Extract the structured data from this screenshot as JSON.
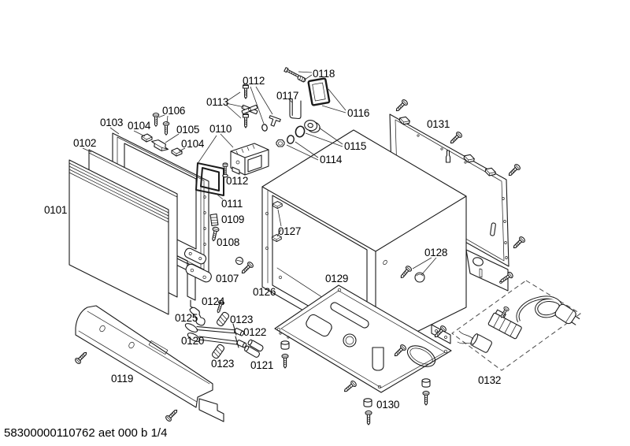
{
  "document": {
    "footer_code": "58300000110762 aet 000 b 1/4"
  },
  "colors": {
    "background": "#ffffff",
    "line": "#1a1a1a",
    "label_text": "#000000",
    "dashed_box": "#4a4a4a"
  },
  "diagram": {
    "type": "exploded-parts-diagram",
    "labels": {
      "p0101": "0101",
      "p0102": "0102",
      "p0103": "0103",
      "p0104a": "0104",
      "p0104b": "0104",
      "p0105": "0105",
      "p0106": "0106",
      "p0107": "0107",
      "p0108": "0108",
      "p0109": "0109",
      "p0110": "0110",
      "p0111": "0111",
      "p0112a": "0112",
      "p0112b": "0112",
      "p0113": "0113",
      "p0114": "0114",
      "p0115": "0115",
      "p0116": "0116",
      "p0117": "0117",
      "p0118": "0118",
      "p0119": "0119",
      "p0120": "0120",
      "p0121": "0121",
      "p0122": "0122",
      "p0123a": "0123",
      "p0123b": "0123",
      "p0124": "0124",
      "p0125": "0125",
      "p0126": "0126",
      "p0127": "0127",
      "p0128": "0128",
      "p0129": "0129",
      "p0130": "0130",
      "p0131": "0131",
      "p0132": "0132"
    }
  }
}
